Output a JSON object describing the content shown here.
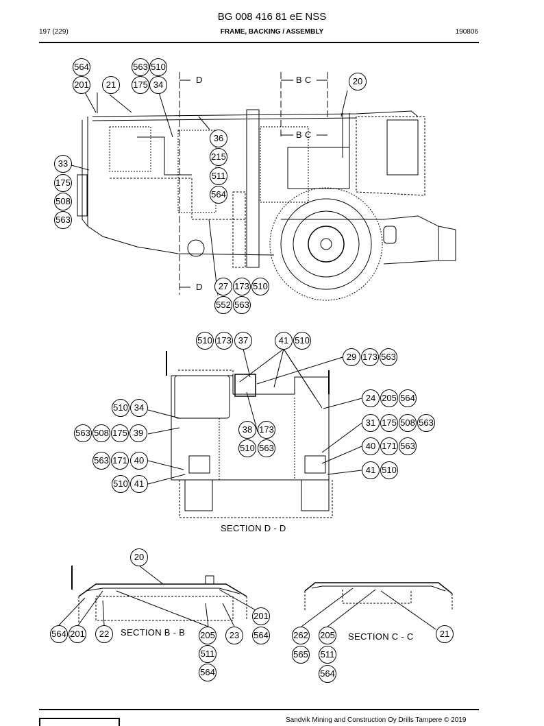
{
  "header": {
    "title": "BG 008 416 81 eE NSS",
    "page": "197 (229)",
    "section": "FRAME, BACKING / ASSEMBLY",
    "code": "190806"
  },
  "drawing": {
    "cut_labels": {
      "d_top": "D",
      "bc_top": "B C",
      "bc_mid": "B C",
      "d_bottom": "D"
    },
    "section_labels": {
      "dd": "SECTION D - D",
      "bb": "SECTION B - B",
      "cc": "SECTION C - C"
    },
    "callouts": {
      "c1": "564",
      "c2": "563",
      "c3": "510",
      "c4": "201",
      "c5": "21",
      "c6": "175",
      "c7": "34",
      "c8": "20",
      "c9": "36",
      "c10": "215",
      "c11": "511",
      "c12": "564",
      "c13": "33",
      "c14": "175",
      "c15": "508",
      "c16": "563",
      "c17": "27",
      "c18": "173",
      "c19": "510",
      "c20": "552",
      "c21": "563",
      "c22": "510",
      "c23": "173",
      "c24": "37",
      "c25": "41",
      "c26": "510",
      "c27": "29",
      "c28": "173",
      "c29": "563",
      "c30": "24",
      "c31": "205",
      "c32": "564",
      "c33": "510",
      "c34": "34",
      "c35": "31",
      "c36": "175",
      "c37": "508",
      "c38": "563",
      "c39": "563",
      "c40": "508",
      "c41": "175",
      "c42": "39",
      "c43": "38",
      "c44": "173",
      "c45": "510",
      "c46": "563",
      "c47": "40",
      "c48": "171",
      "c49": "563",
      "c50": "563",
      "c51": "171",
      "c52": "40",
      "c53": "41",
      "c54": "510",
      "c55": "510",
      "c56": "41",
      "c57": "20",
      "c58": "201",
      "c59": "564",
      "c60": "201",
      "c61": "22",
      "c62": "205",
      "c63": "23",
      "c64": "564",
      "c65": "511",
      "c66": "564",
      "c67": "262",
      "c68": "205",
      "c69": "21",
      "c70": "565",
      "c71": "511",
      "c72": "564"
    }
  },
  "footer": {
    "copyright": "Sandvik Mining and Construction Oy Drills Tampere © 2019"
  }
}
